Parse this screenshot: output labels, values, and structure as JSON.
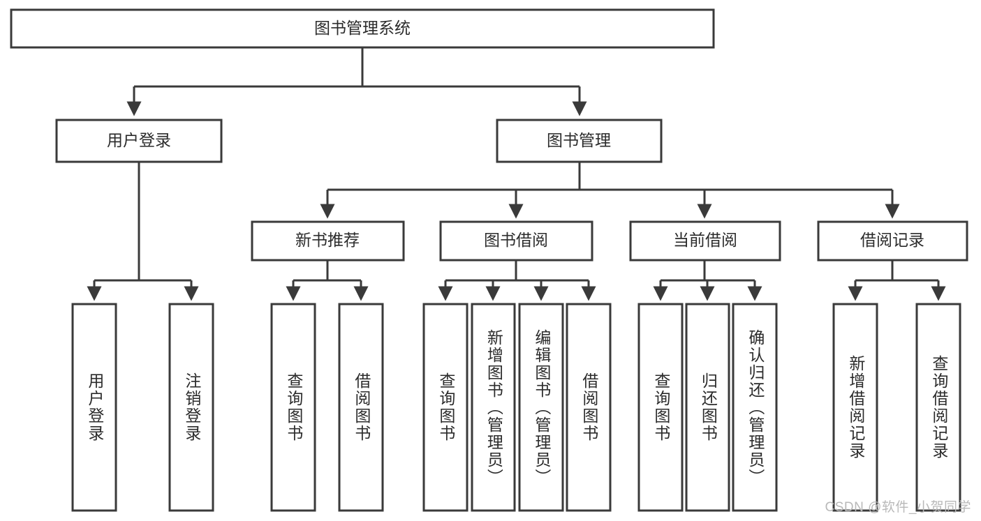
{
  "diagram": {
    "title": "图书管理系统",
    "type": "tree-hierarchy",
    "watermark": "CSDN @软件_小贺同学",
    "colors": {
      "stroke": "#3a3a3a",
      "fill": "#ffffff",
      "text": "#2b2b2b",
      "watermark": "#b9b9b9"
    },
    "root": {
      "label": "图书管理系统"
    },
    "level2": [
      {
        "label": "用户登录"
      },
      {
        "label": "图书管理"
      }
    ],
    "level3": [
      {
        "label": "新书推荐"
      },
      {
        "label": "图书借阅"
      },
      {
        "label": "当前借阅"
      },
      {
        "label": "借阅记录"
      }
    ],
    "leaves": {
      "user_login": [
        {
          "label": "用户登录"
        },
        {
          "label": "注销登录"
        }
      ],
      "new_book_recommend": [
        {
          "label": "查询图书"
        },
        {
          "label": "借阅图书"
        }
      ],
      "book_borrow": [
        {
          "label": "查询图书"
        },
        {
          "label": "新增图书（管理员）"
        },
        {
          "label": "编辑图书（管理员）"
        },
        {
          "label": "借阅图书"
        }
      ],
      "current_borrow": [
        {
          "label": "查询图书"
        },
        {
          "label": "归还图书"
        },
        {
          "label": "确认归还（管理员）"
        }
      ],
      "borrow_record": [
        {
          "label": "新增借阅记录"
        },
        {
          "label": "查询借阅记录"
        }
      ]
    }
  }
}
